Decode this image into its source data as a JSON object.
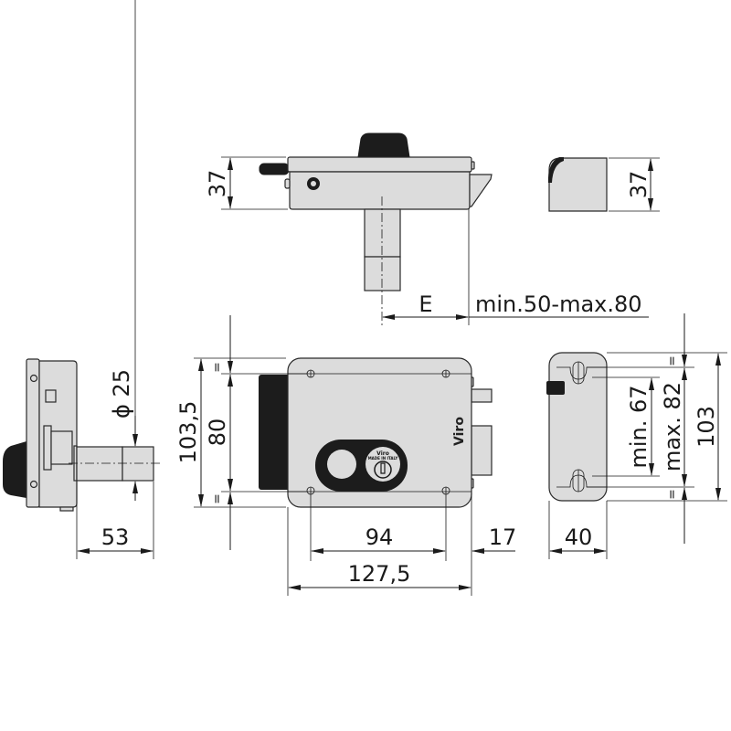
{
  "drawing": {
    "brand": "Viro",
    "cylinder_label": "Viro",
    "cylinder_sublabel": "MADE IN ITALY",
    "colors": {
      "body_fill": "#dcdcdc",
      "dark_part": "#1c1c1c",
      "line": "#1a1a1a",
      "background": "#ffffff"
    }
  },
  "views": {
    "top": {
      "height_dim": "37",
      "offset_label": "E",
      "range_label": "min.50-max.80"
    },
    "keeper_side": {
      "height_dim": "37"
    },
    "side": {
      "diameter_dim": "ϕ 25",
      "projection_dim": "53"
    },
    "front": {
      "overall_height_dim": "103,5",
      "fixing_height_dim": "80",
      "fixing_width_dim": "94",
      "overall_width_dim": "127,5",
      "bolt_projection_dim": "17",
      "equal_mark": "="
    },
    "keeper_front": {
      "slot_min_dim": "min. 67",
      "slot_max_dim": "max. 82",
      "height_dim": "103",
      "width_dim": "40",
      "equal_mark": "="
    }
  }
}
